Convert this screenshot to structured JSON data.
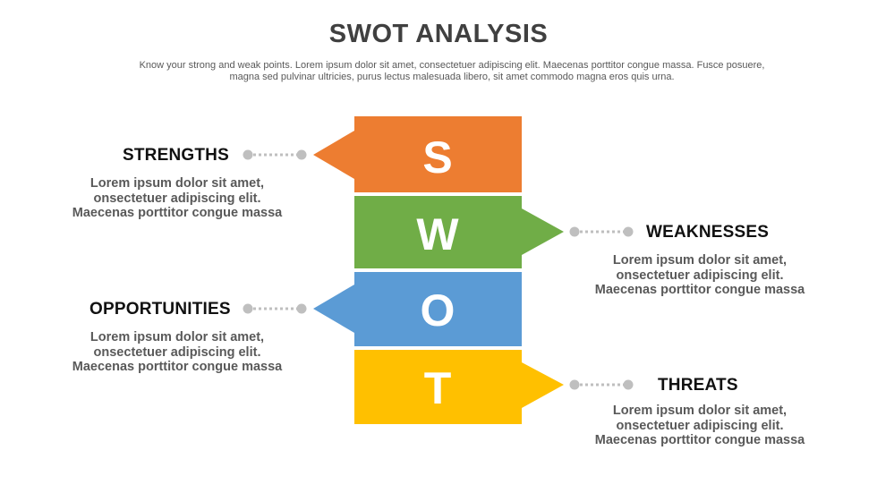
{
  "header": {
    "title": "SWOT ANALYSIS",
    "subtitle": "Know your strong and weak points. Lorem ipsum dolor sit amet, consectetuer adipiscing elit. Maecenas porttitor congue massa. Fusce posuere, magna sed pulvinar ultricies, purus lectus malesuada libero, sit amet commodo magna eros quis urna."
  },
  "blocks": [
    {
      "letter": "S",
      "color": "#ED7D31"
    },
    {
      "letter": "W",
      "color": "#70AD47"
    },
    {
      "letter": "O",
      "color": "#5B9BD5"
    },
    {
      "letter": "T",
      "color": "#FFC000"
    }
  ],
  "connector_color": "#BFBFBF",
  "sections": {
    "strengths": {
      "heading": "STRENGTHS",
      "text": "Lorem ipsum dolor sit amet, onsectetuer adipiscing elit. Maecenas porttitor congue massa"
    },
    "weaknesses": {
      "heading": "WEAKNESSES",
      "text": "Lorem ipsum dolor sit amet, onsectetuer adipiscing elit. Maecenas porttitor congue massa"
    },
    "opportunities": {
      "heading": "OPPORTUNITIES",
      "text": "Lorem ipsum dolor sit amet, onsectetuer adipiscing elit. Maecenas porttitor congue massa"
    },
    "threats": {
      "heading": "THREATS",
      "text": "Lorem ipsum dolor sit amet, onsectetuer adipiscing elit. Maecenas porttitor congue massa"
    }
  }
}
